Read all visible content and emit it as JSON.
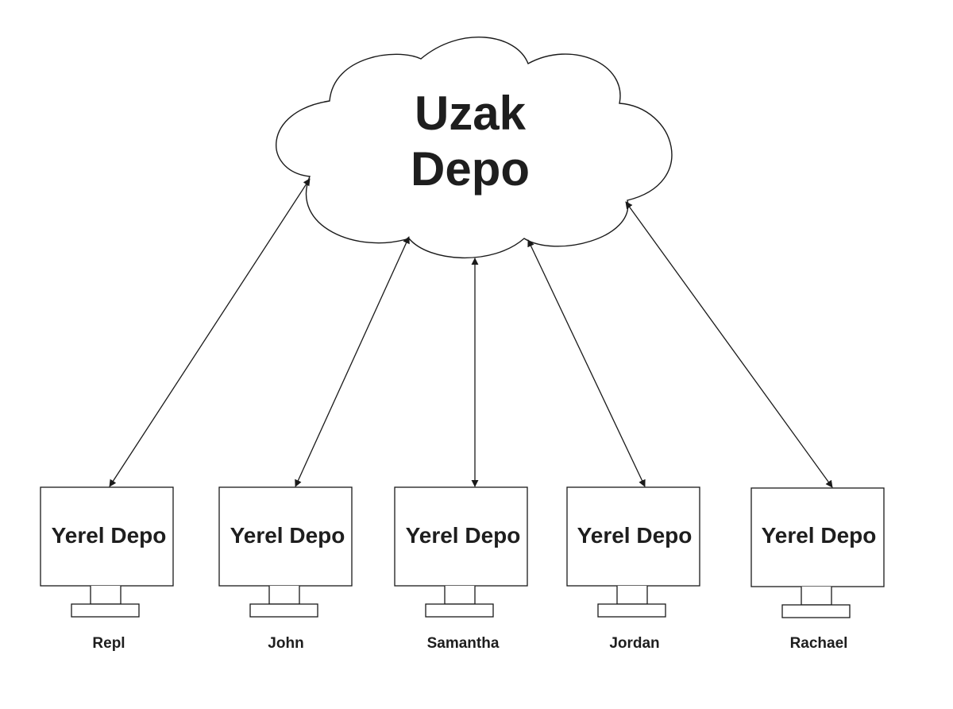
{
  "remote": {
    "title_line1": "Uzak",
    "title_line2": "Depo"
  },
  "locals": [
    {
      "label": "Yerel Depo",
      "user": "Repl"
    },
    {
      "label": "Yerel Depo",
      "user": "John"
    },
    {
      "label": "Yerel Depo",
      "user": "Samantha"
    },
    {
      "label": "Yerel Depo",
      "user": "Jordan"
    },
    {
      "label": "Yerel Depo",
      "user": "Rachael"
    }
  ]
}
